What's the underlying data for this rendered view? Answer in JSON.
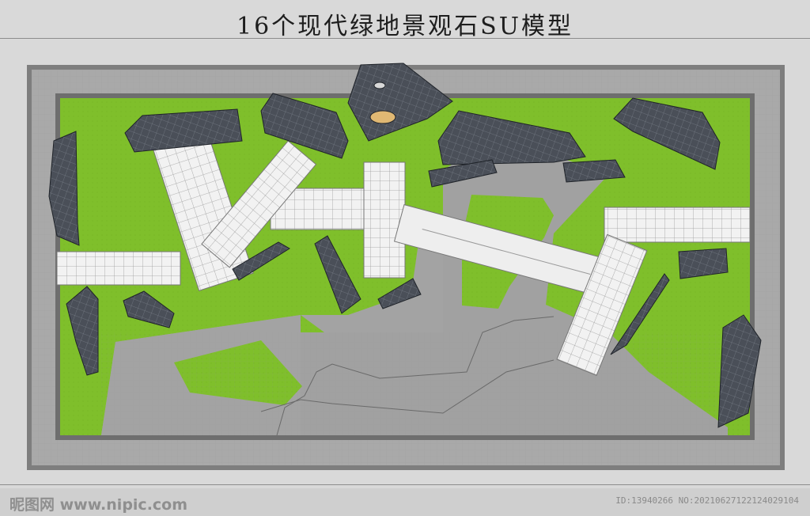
{
  "title": "16个现代绿地景观石SU模型",
  "watermark": "昵图网 www.nipic.com",
  "image_id": "ID:13940266 NO:20210627122124029104",
  "colors": {
    "background": "#d9d9d9",
    "frame": "#8a8a8a",
    "paving_light": "#a8a8a8",
    "lawn": "#7fbf2b",
    "path_gray": "#9e9e9e",
    "stone_dark": "#3a3f47",
    "walkway_white": "#f1f1f1"
  },
  "elements": {
    "lawn": "lawn-area",
    "stones": "landscape-stone",
    "walkways": "white-paver-walkway",
    "paths": "gray-paved-path"
  }
}
